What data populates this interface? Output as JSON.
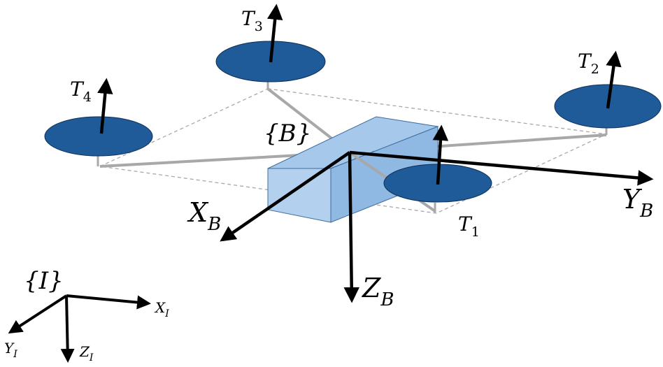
{
  "frames": {
    "body": {
      "label": "{B}",
      "x_axis": {
        "base": "X",
        "sub": "B"
      },
      "y_axis": {
        "base": "Y",
        "sub": "B"
      },
      "z_axis": {
        "base": "Z",
        "sub": "B"
      }
    },
    "inertial": {
      "label": "{I}",
      "x_axis": {
        "base": "X",
        "sub": "I"
      },
      "y_axis": {
        "base": "Y",
        "sub": "I"
      },
      "z_axis": {
        "base": "Z",
        "sub": "I"
      }
    }
  },
  "thrusts": [
    {
      "base": "T",
      "sub": "1"
    },
    {
      "base": "T",
      "sub": "2"
    },
    {
      "base": "T",
      "sub": "3"
    },
    {
      "base": "T",
      "sub": "4"
    }
  ],
  "colors": {
    "rotor_fill": "#1f5b99",
    "rotor_stroke": "#0d2e55",
    "body_front": "#b3d1ef",
    "body_top": "#a6c8ea",
    "body_side": "#8fb8e2",
    "body_edge": "#3f6d9f",
    "arm": "#a8a8a8",
    "dashed": "#a8a8a8",
    "axis": "#000000"
  }
}
